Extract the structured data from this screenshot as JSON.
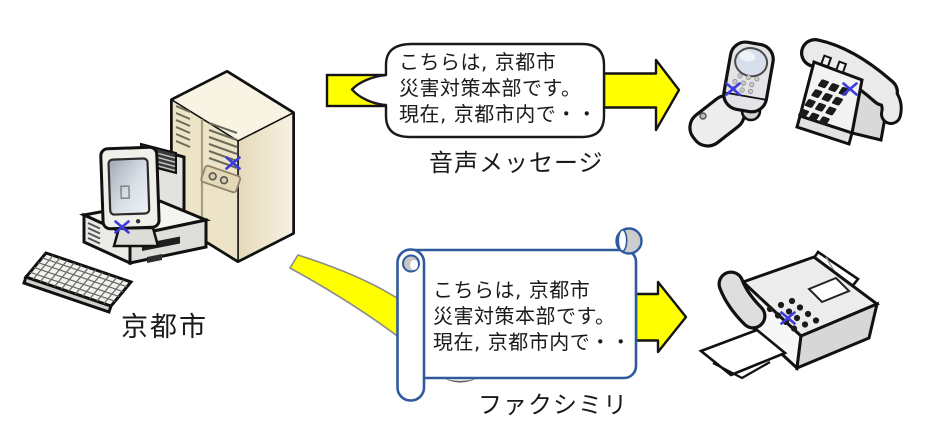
{
  "diagram": {
    "sender": {
      "label": "京都市"
    },
    "voice_channel": {
      "message": "こちらは, 京都市\n災害対策本部です。\n現在, 京都市内で・・",
      "label": "音声メッセージ"
    },
    "fax_channel": {
      "message": "こちらは, 京都市\n災害対策本部です。\n現在, 京都市内で・・",
      "label": "ファクシミリ"
    }
  },
  "colors": {
    "arrow_fill": "#FFFF00",
    "arrow_outline": "#141414",
    "curved_arrow_outline": "#8C8C8C",
    "scroll_outline": "#2F5A9E",
    "marker_blue": "#3B3BDE",
    "server_beige": "#EDE3C6",
    "clipart_outline": "#111111"
  },
  "icons": {
    "sender": [
      "server-icon",
      "crt-monitor-icon",
      "desktop-case-icon",
      "keyboard-icon"
    ],
    "voice_targets": [
      "mobile-phone-icon",
      "desk-phone-icon"
    ],
    "fax_target": "fax-machine-icon",
    "overlay_marker": "blue-x-marker"
  }
}
